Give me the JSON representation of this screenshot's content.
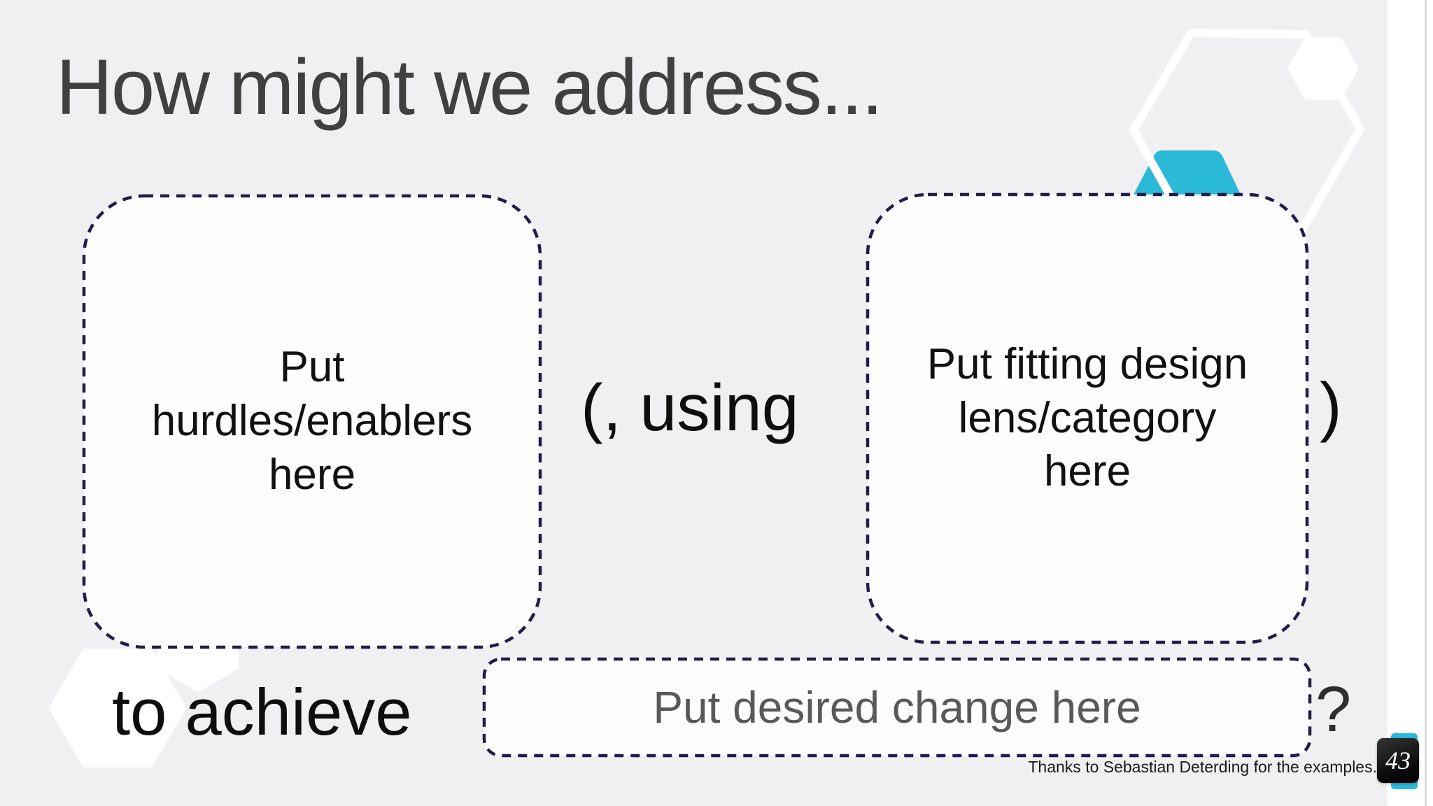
{
  "slide": {
    "title": "How might we address...",
    "left_placeholder": {
      "line1": "Put",
      "line2": "hurdles/enablers",
      "line3": "here"
    },
    "connector": {
      "open": "(, using",
      "close": ")"
    },
    "right_placeholder": {
      "line1": "Put fitting design",
      "line2": "lens/category",
      "line3": "here"
    },
    "achieve_label": "to achieve",
    "change_placeholder": "Put desired change here",
    "question_mark": "?",
    "credit": "Thanks to Sebastian Deterding for the examples.",
    "page_number": "43"
  },
  "colors": {
    "slide_bg": "#f0f0f2",
    "box_fill": "#fdfdfe",
    "dash": "#201d4a",
    "accent_cyan": "#2bb9d8",
    "title_text": "#404040",
    "body_text": "#111111",
    "muted_text": "#595959",
    "badge_bg": "#111111",
    "badge_text": "#ffffff"
  }
}
